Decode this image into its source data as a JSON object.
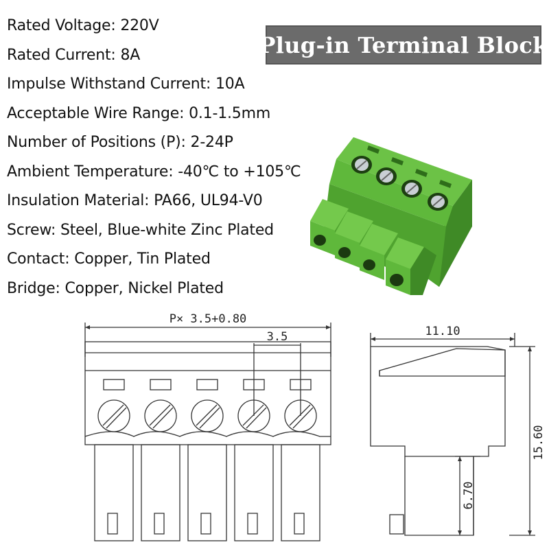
{
  "title": "Plug-in Terminal Block",
  "specs": [
    "Rated Voltage: 220V",
    "Rated Current: 8A",
    "Impulse Withstand Current: 10A",
    "Acceptable Wire Range: 0.1-1.5mm",
    "Number of Positions (P): 2-24P",
    "Ambient Temperature: -40℃ to +105℃",
    "Insulation Material: PA66, UL94-V0",
    "Screw: Steel, Blue-white Zinc Plated",
    "Contact: Copper, Tin Plated",
    "Bridge: Copper, Nickel Plated"
  ],
  "colors": {
    "title_bg": "#6b6b6b",
    "product_green": "#5fb83b",
    "product_green_dark": "#3f8a26",
    "drawing_line": "#333333"
  },
  "drawing": {
    "front": {
      "width_label": "P× 3.5+0.80",
      "pitch_label": "3.5",
      "positions": 5
    },
    "side": {
      "depth_label": "11.10",
      "height_label": "15.60",
      "plug_height_label": "6.70"
    }
  }
}
